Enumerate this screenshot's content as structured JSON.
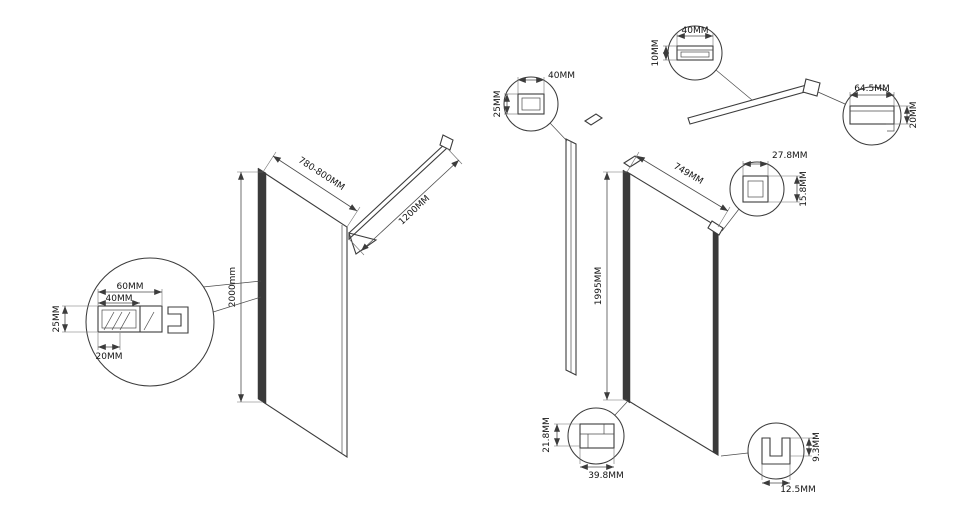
{
  "colors": {
    "ink": "#3c3c3c",
    "background": "#ffffff"
  },
  "drawing": {
    "left_view": {
      "dim_width": "780-800MM",
      "dim_bar": "1200MM",
      "dim_height": "2000mm",
      "detail": {
        "dim_60": "60MM",
        "dim_40": "40MM",
        "dim_20": "20MM",
        "dim_25": "25MM"
      }
    },
    "right_view": {
      "dim_width": "749MM",
      "dim_height": "1995MM",
      "detail_wall_profile": {
        "dim_40": "40MM",
        "dim_25": "25MM"
      },
      "detail_bar_section": {
        "dim_40": "40MM",
        "dim_10": "10MM"
      },
      "detail_bar_end": {
        "dim_64_5": "64.5MM",
        "dim_20": "20MM"
      },
      "detail_glass_clamp": {
        "dim_27_8": "27.8MM",
        "dim_15_8": "15.8MM"
      },
      "detail_bottom_profile": {
        "dim_21_8": "21.8MM",
        "dim_39_8": "39.8MM"
      },
      "detail_bottom_seal": {
        "dim_9_3": "9.3MM",
        "dim_12_5": "12.5MM"
      }
    }
  }
}
